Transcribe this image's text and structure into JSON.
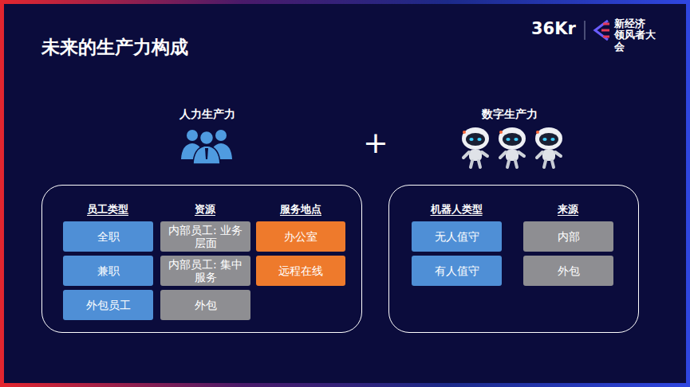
{
  "diagram": {
    "title": "未来的生产力构成",
    "nodes": [
      {
        "text": [
          "人力生产力",
          "员工类型",
          "资源",
          "服务地点"
        ]
      },
      {
        "text": [
          "全职"
        ],
        "in": 0
      },
      {
        "text": [
          "内部员工: 业务层面"
        ],
        "in": 0
      },
      {
        "text": [
          "办公室"
        ],
        "in": 0
      },
      {
        "text": [
          "兼职"
        ],
        "in": 0
      },
      {
        "text": [
          "内部员工: 集中服务"
        ],
        "in": 0
      },
      {
        "text": [
          "远程在线"
        ],
        "in": 0
      },
      {
        "text": [
          "外包员工"
        ],
        "in": 0
      },
      {
        "text": [
          "外包"
        ],
        "in": 0
      },
      {
        "text": [
          "数字生产力",
          "机器人类型",
          "来源"
        ]
      },
      {
        "text": [
          "无人值守"
        ],
        "in": 9
      },
      {
        "text": [
          "内部"
        ],
        "in": 9
      },
      {
        "text": [
          "有人值守"
        ],
        "in": 9
      },
      {
        "text": [
          "外包"
        ],
        "in": 9
      }
    ],
    "labels": [
      "36Kr",
      "新经济 领风者大会",
      "+"
    ]
  }
}
